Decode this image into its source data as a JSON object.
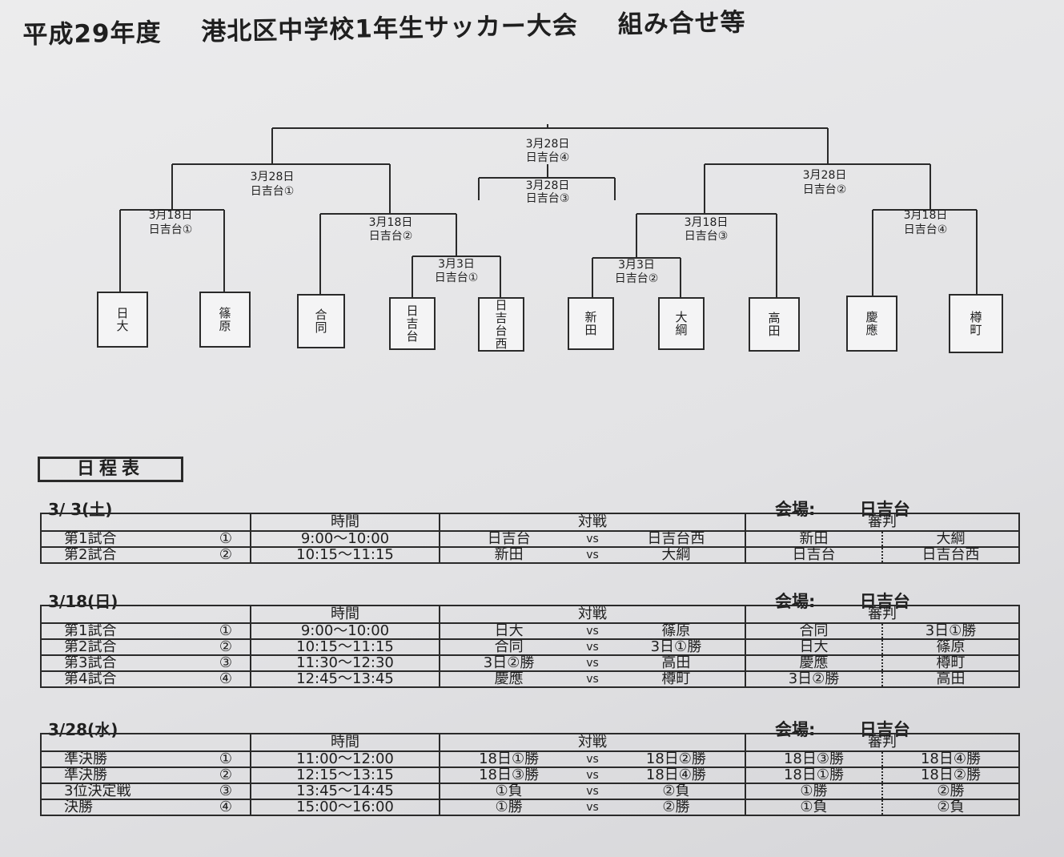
{
  "title": {
    "year": "平成29年度",
    "event": "港北区中学校1年生サッカー大会",
    "suffix": "組み合せ等"
  },
  "bracket": {
    "final_date": "3月28日",
    "final_venue": "日吉台④",
    "third_date": "3月28日",
    "third_venue": "日吉台③",
    "semi_left_date": "3月28日",
    "semi_left_venue": "日吉台①",
    "semi_right_date": "3月28日",
    "semi_right_venue": "日吉台②",
    "qf1_date": "3月18日",
    "qf1_venue": "日吉台①",
    "qf2_date": "3月18日",
    "qf2_venue": "日吉台②",
    "qf3_date": "3月18日",
    "qf3_venue": "日吉台③",
    "qf4_date": "3月18日",
    "qf4_venue": "日吉台④",
    "r1a_date": "3月3日",
    "r1a_venue": "日吉台①",
    "r1b_date": "3月3日",
    "r1b_venue": "日吉台②",
    "teams": [
      "日大",
      "篠原",
      "合同",
      "日吉台",
      "日吉台西",
      "新田",
      "大綱",
      "高田",
      "慶應",
      "樽町"
    ]
  },
  "schedule_heading": "日程表",
  "days": [
    {
      "date": "3/ 3(土)",
      "venue_label": "会場:",
      "venue": "日吉台",
      "headers": {
        "time": "時間",
        "match": "対戦",
        "referee": "審判"
      },
      "games": [
        {
          "name": "第1試合",
          "num": "①",
          "time": "9:00〜10:00",
          "team_a": "日吉台",
          "vs": "vs",
          "team_b": "日吉台西",
          "ref_a": "新田",
          "ref_b": "大綱"
        },
        {
          "name": "第2試合",
          "num": "②",
          "time": "10:15〜11:15",
          "team_a": "新田",
          "vs": "vs",
          "team_b": "大綱",
          "ref_a": "日吉台",
          "ref_b": "日吉台西"
        }
      ]
    },
    {
      "date": "3/18(日)",
      "venue_label": "会場:",
      "venue": "日吉台",
      "headers": {
        "time": "時間",
        "match": "対戦",
        "referee": "審判"
      },
      "games": [
        {
          "name": "第1試合",
          "num": "①",
          "time": "9:00〜10:00",
          "team_a": "日大",
          "vs": "vs",
          "team_b": "篠原",
          "ref_a": "合同",
          "ref_b": "3日①勝"
        },
        {
          "name": "第2試合",
          "num": "②",
          "time": "10:15〜11:15",
          "team_a": "合同",
          "vs": "vs",
          "team_b": "3日①勝",
          "ref_a": "日大",
          "ref_b": "篠原"
        },
        {
          "name": "第3試合",
          "num": "③",
          "time": "11:30〜12:30",
          "team_a": "3日②勝",
          "vs": "vs",
          "team_b": "高田",
          "ref_a": "慶應",
          "ref_b": "樽町"
        },
        {
          "name": "第4試合",
          "num": "④",
          "time": "12:45〜13:45",
          "team_a": "慶應",
          "vs": "vs",
          "team_b": "樽町",
          "ref_a": "3日②勝",
          "ref_b": "高田"
        }
      ]
    },
    {
      "date": "3/28(水)",
      "venue_label": "会場:",
      "venue": "日吉台",
      "headers": {
        "time": "時間",
        "match": "対戦",
        "referee": "審判"
      },
      "games": [
        {
          "name": "準決勝",
          "num": "①",
          "time": "11:00〜12:00",
          "team_a": "18日①勝",
          "vs": "vs",
          "team_b": "18日②勝",
          "ref_a": "18日③勝",
          "ref_b": "18日④勝"
        },
        {
          "name": "準決勝",
          "num": "②",
          "time": "12:15〜13:15",
          "team_a": "18日③勝",
          "vs": "vs",
          "team_b": "18日④勝",
          "ref_a": "18日①勝",
          "ref_b": "18日②勝"
        },
        {
          "name": "3位決定戦",
          "num": "③",
          "time": "13:45〜14:45",
          "team_a": "①負",
          "vs": "vs",
          "team_b": "②負",
          "ref_a": "①勝",
          "ref_b": "②勝"
        },
        {
          "name": "決勝",
          "num": "④",
          "time": "15:00〜16:00",
          "team_a": "①勝",
          "vs": "vs",
          "team_b": "②勝",
          "ref_a": "①負",
          "ref_b": "②負"
        }
      ]
    }
  ]
}
